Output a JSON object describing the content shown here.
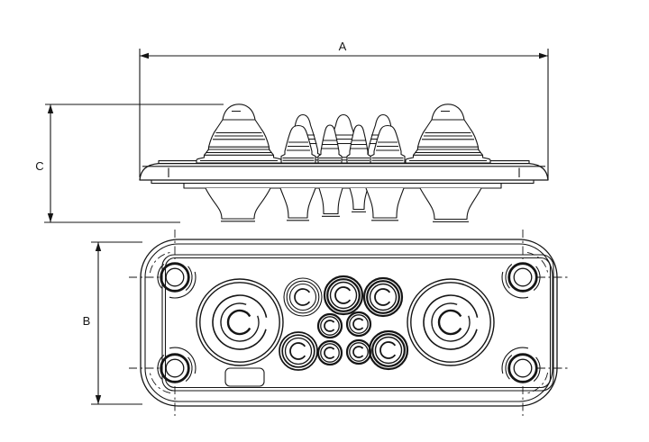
{
  "drawing": {
    "title": "cable-entry-membrane-plate-technical-drawing",
    "dimensions": {
      "a_label": "A",
      "b_label": "B",
      "c_label": "C"
    },
    "colors": {
      "line": "#151515",
      "background": "#ffffff"
    },
    "views": {
      "side_view": "side-elevation",
      "top_view": "plan-view"
    }
  }
}
